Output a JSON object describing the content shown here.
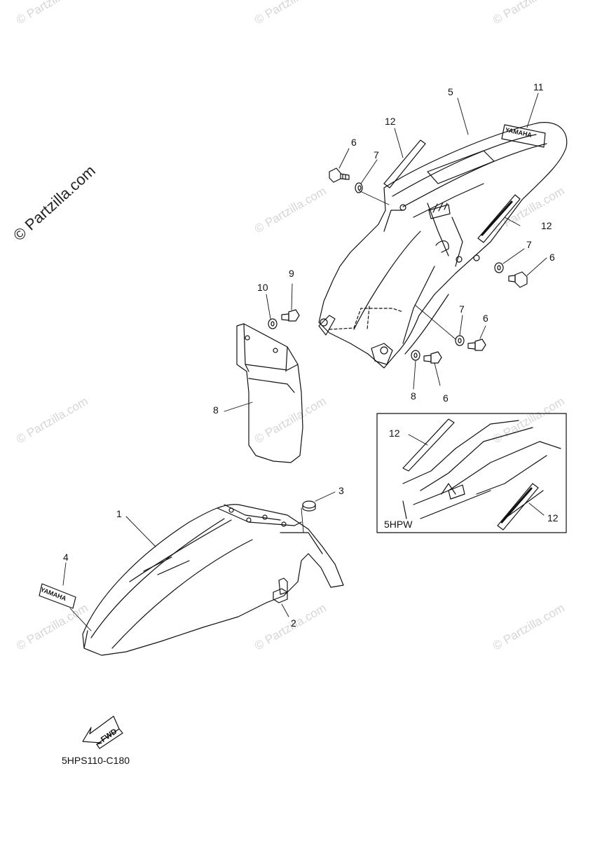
{
  "watermark": {
    "small": "© Partzilla.com",
    "big": "© Partzilla.com"
  },
  "diagram_code": "5HPS110-C180",
  "inset_label": "5HPW",
  "fwd_label": "FWD",
  "decal_text": "YAMAHA",
  "callouts": [
    {
      "id": "c1",
      "label": "1"
    },
    {
      "id": "c2",
      "label": "2"
    },
    {
      "id": "c3",
      "label": "3"
    },
    {
      "id": "c4",
      "label": "4"
    },
    {
      "id": "c5",
      "label": "5"
    },
    {
      "id": "c6a",
      "label": "6"
    },
    {
      "id": "c6b",
      "label": "6"
    },
    {
      "id": "c6c",
      "label": "6"
    },
    {
      "id": "c6d",
      "label": "6"
    },
    {
      "id": "c7a",
      "label": "7"
    },
    {
      "id": "c7b",
      "label": "7"
    },
    {
      "id": "c7c",
      "label": "7"
    },
    {
      "id": "c7d",
      "label": "7"
    },
    {
      "id": "c8",
      "label": "8"
    },
    {
      "id": "c9",
      "label": "9"
    },
    {
      "id": "c10",
      "label": "10"
    },
    {
      "id": "c11",
      "label": "11"
    },
    {
      "id": "c12a",
      "label": "12"
    },
    {
      "id": "c12b",
      "label": "12"
    },
    {
      "id": "c12c",
      "label": "12"
    },
    {
      "id": "c12d",
      "label": "12"
    }
  ]
}
